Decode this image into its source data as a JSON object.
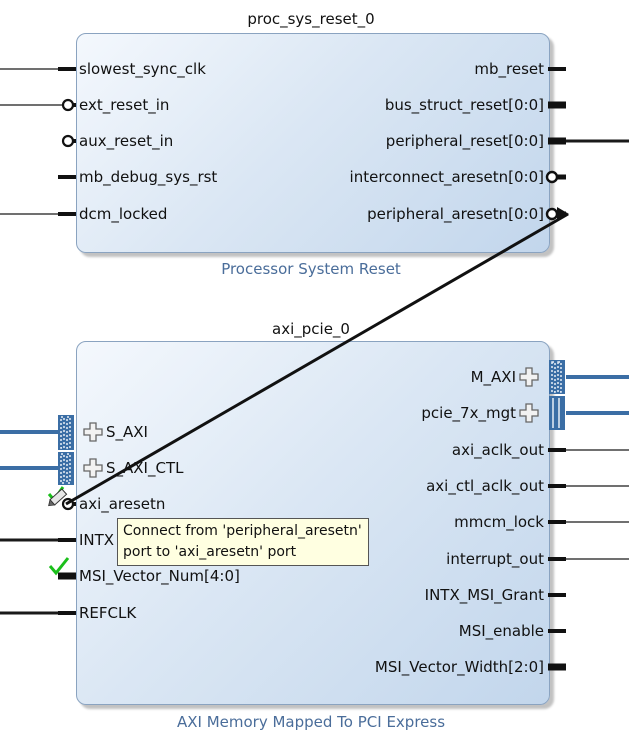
{
  "blocks": {
    "reset": {
      "instance": "proc_sys_reset_0",
      "caption": "Processor System Reset",
      "inputs": [
        "slowest_sync_clk",
        "ext_reset_in",
        "aux_reset_in",
        "mb_debug_sys_rst",
        "dcm_locked"
      ],
      "outputs": [
        "mb_reset",
        "bus_struct_reset[0:0]",
        "peripheral_reset[0:0]",
        "interconnect_aresetn[0:0]",
        "peripheral_aresetn[0:0]"
      ]
    },
    "pcie": {
      "instance": "axi_pcie_0",
      "caption": "AXI Memory Mapped To PCI Express",
      "inputs": [
        "S_AXI",
        "S_AXI_CTL",
        "axi_aresetn",
        "INTX",
        "MSI_Vector_Num[4:0]",
        "REFCLK"
      ],
      "outputs": [
        "M_AXI",
        "pcie_7x_mgt",
        "axi_aclk_out",
        "axi_ctl_aclk_out",
        "mmcm_lock",
        "interrupt_out",
        "INTX_MSI_Grant",
        "MSI_enable",
        "MSI_Vector_Width[2:0]"
      ]
    }
  },
  "tooltip": {
    "line1": "Connect from 'peripheral_aresetn'",
    "line2": "port to 'axi_aresetn' port"
  },
  "colors": {
    "block_border": "#8aa3c0",
    "caption": "#4a6d9a",
    "bus": "#3b6ea5",
    "wire": "#1a1a1a",
    "tooltip_bg": "#ffffe1",
    "check": "#1bbf1b"
  }
}
